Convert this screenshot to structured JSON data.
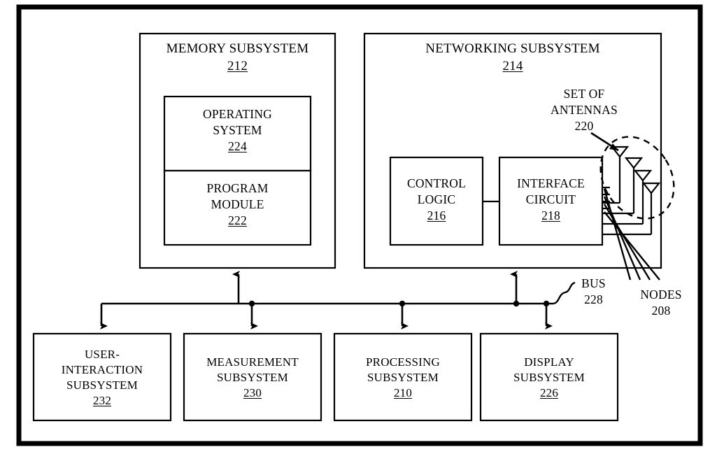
{
  "figure": {
    "type": "patent-block-diagram",
    "background_color": "#ffffff",
    "line_color": "#000000",
    "outer_border": "thick-rectangle"
  },
  "blocks": {
    "memory_subsystem": {
      "title_line1": "MEMORY SUBSYSTEM",
      "refnum": "212"
    },
    "operating_system": {
      "title_line1": "OPERATING",
      "title_line2": "SYSTEM",
      "refnum": "224"
    },
    "program_module": {
      "title_line1": "PROGRAM",
      "title_line2": "MODULE",
      "refnum": "222"
    },
    "networking_subsystem": {
      "title_line1": "NETWORKING SUBSYSTEM",
      "refnum": "214"
    },
    "control_logic": {
      "title_line1": "CONTROL",
      "title_line2": "LOGIC",
      "refnum": "216"
    },
    "interface_circuit": {
      "title_line1": "INTERFACE",
      "title_line2": "CIRCUIT",
      "refnum": "218"
    },
    "user_interaction_subsystem": {
      "title_line1": "USER-",
      "title_line2": "INTERACTION",
      "title_line3": "SUBSYSTEM",
      "refnum": "232"
    },
    "measurement_subsystem": {
      "title_line1": "MEASUREMENT",
      "title_line2": "SUBSYSTEM",
      "refnum": "230"
    },
    "processing_subsystem": {
      "title_line1": "PROCESSING",
      "title_line2": "SUBSYSTEM",
      "refnum": "210"
    },
    "display_subsystem": {
      "title_line1": "DISPLAY",
      "title_line2": "SUBSYSTEM",
      "refnum": "226"
    }
  },
  "callouts": {
    "set_of_antennas": {
      "line1": "SET OF",
      "line2": "ANTENNAS",
      "refnum": "220"
    },
    "bus": {
      "line1": "BUS",
      "refnum": "228"
    },
    "nodes": {
      "line1": "NODES",
      "refnum": "208"
    }
  },
  "graphics": {
    "antenna_count": 4,
    "node_line_count": 4,
    "bus_junction_count": 4,
    "antenna_group_outline": "dashed-ellipse"
  }
}
